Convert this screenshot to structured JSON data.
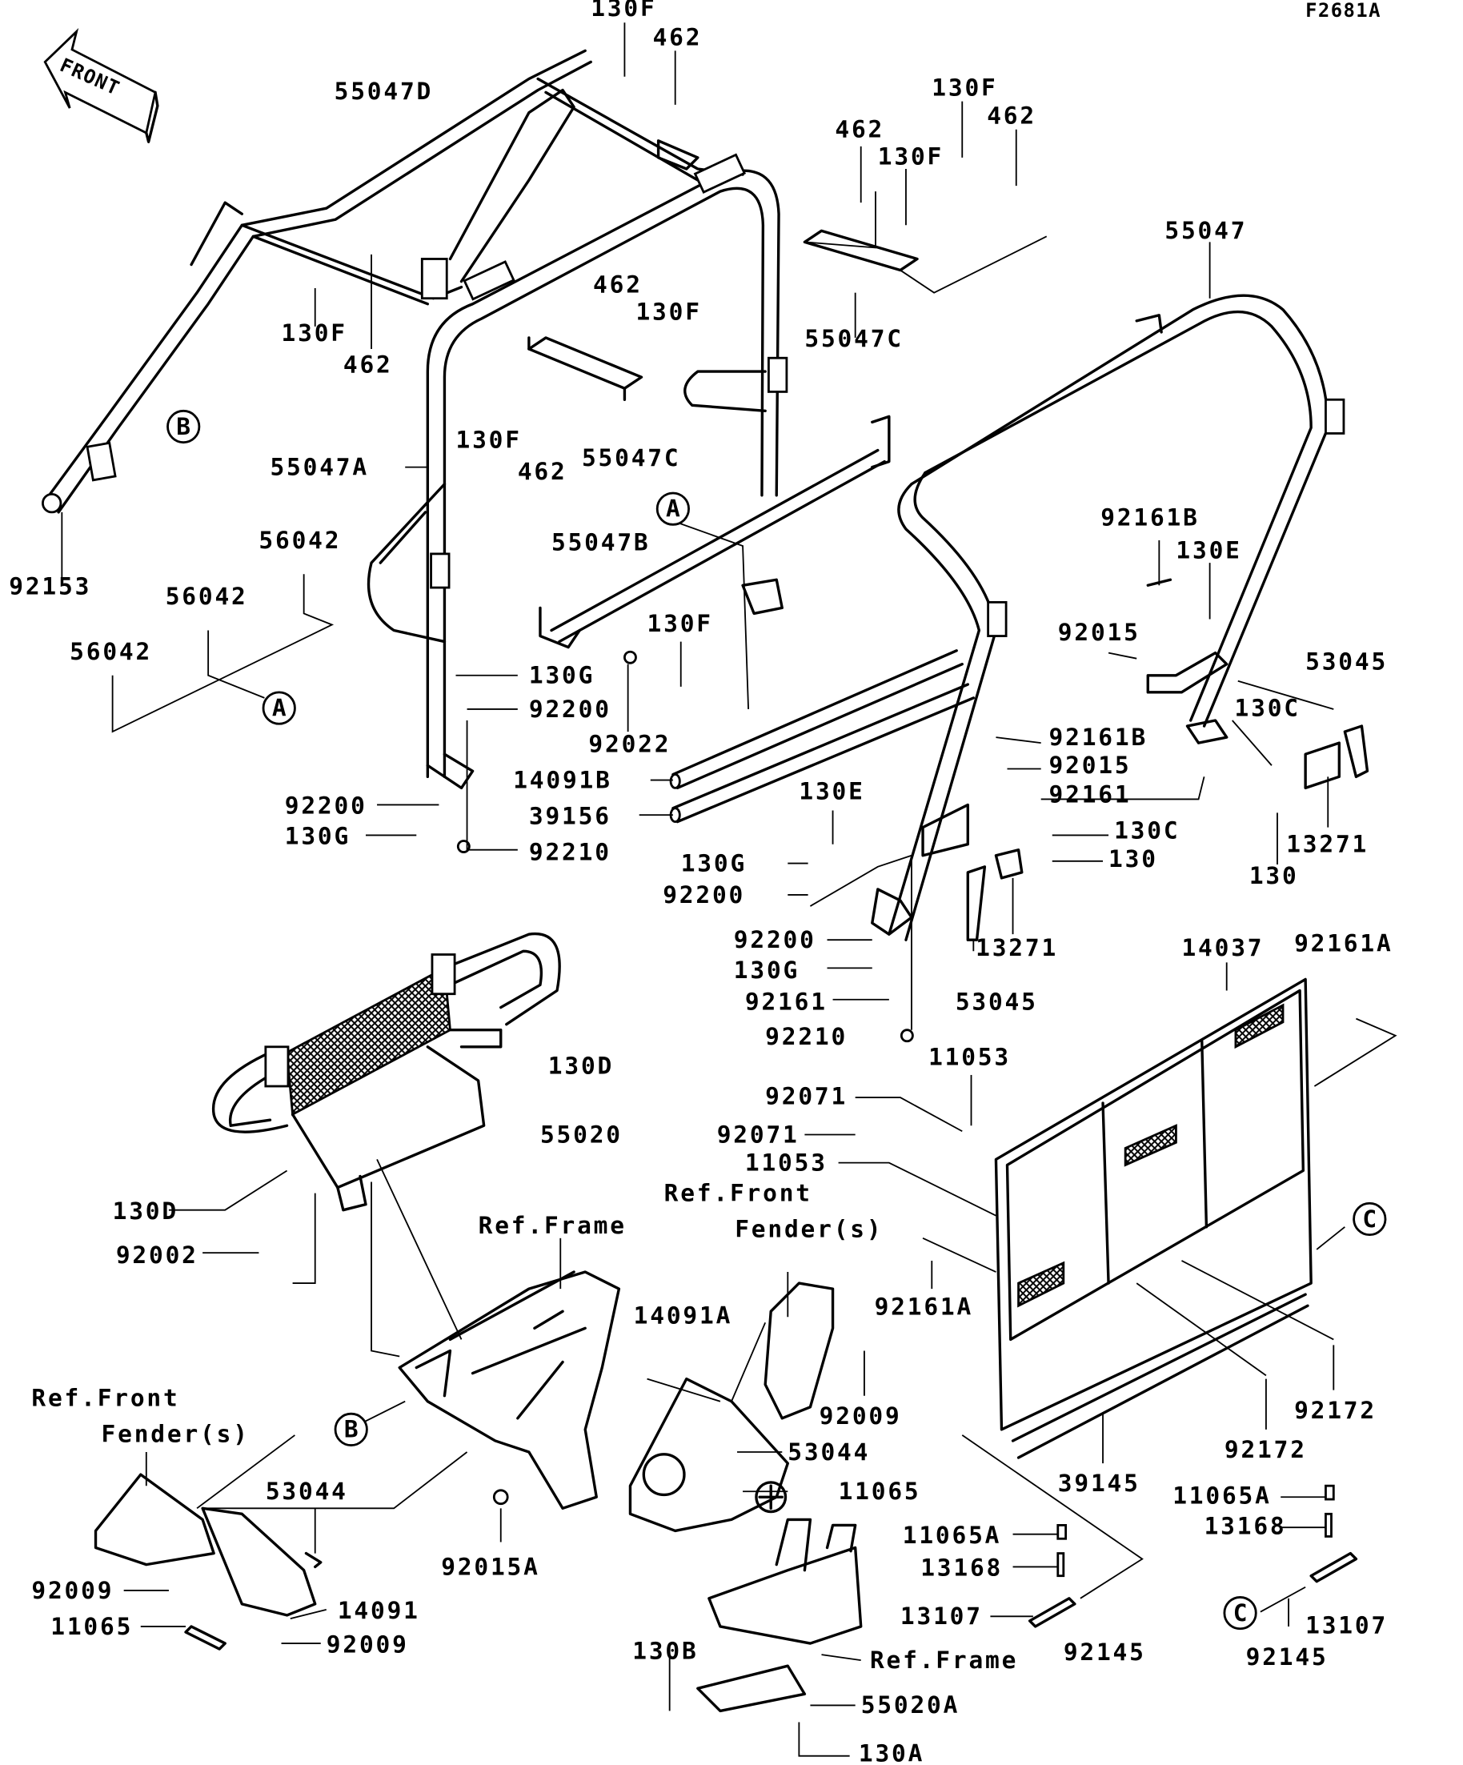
{
  "figure_code": "F2681A",
  "front_label": "FRONT",
  "callouts": [
    "130F",
    "462",
    "55047D",
    "130F",
    "462",
    "462",
    "130F",
    "55047",
    "130F",
    "462",
    "462",
    "130F",
    "55047C",
    "130F",
    "462",
    "55047C",
    "55047A",
    "92153",
    "56042",
    "56042",
    "56042",
    "55047B",
    "130F",
    "92161B",
    "130E",
    "92015",
    "53045",
    "130G",
    "92200",
    "92022",
    "130C",
    "92161B",
    "92015",
    "14091B",
    "92161",
    "39156",
    "130E",
    "92200",
    "130G",
    "92210",
    "130C",
    "130G",
    "130",
    "13271",
    "130",
    "92200",
    "92200",
    "13271",
    "130G",
    "53045",
    "14037",
    "92161A",
    "92161",
    "92210",
    "130D",
    "11053",
    "92071",
    "55020",
    "92071",
    "11053",
    "Ref.Front",
    "Fender(s)",
    "Ref.Frame",
    "130D",
    "92002",
    "92161A",
    "14091A",
    "Ref.Front",
    "Fender(s)",
    "92009",
    "92172",
    "92172",
    "53044",
    "53044",
    "39145",
    "11065",
    "11065A",
    "13168",
    "92015A",
    "11065A",
    "13168",
    "92009",
    "14091",
    "11065",
    "13107",
    "13107",
    "92009",
    "92145",
    "92145",
    "130B",
    "Ref.Frame",
    "55020A",
    "130A"
  ],
  "reference_markers": [
    "B",
    "A",
    "A",
    "C",
    "B",
    "C"
  ]
}
